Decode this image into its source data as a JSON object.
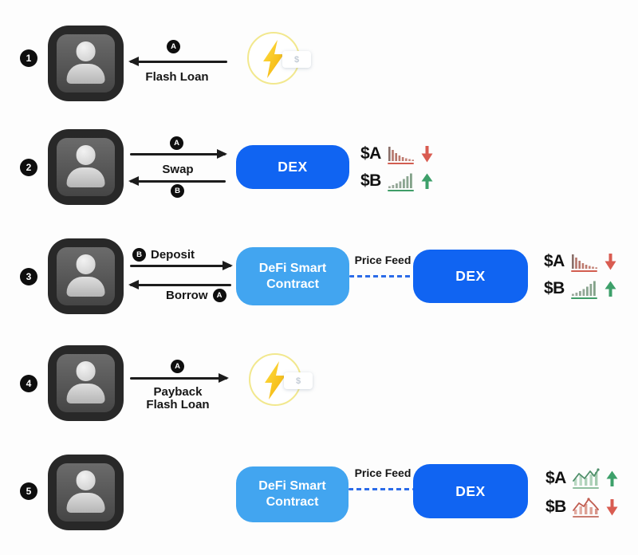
{
  "steps": [
    {
      "number": "1",
      "arrow_badge": "A",
      "arrow_label": "Flash Loan"
    },
    {
      "number": "2",
      "arrow_top_badge": "A",
      "arrow_label": "Swap",
      "arrow_bottom_badge": "B",
      "dex_label": "DEX",
      "token_a_label": "$A",
      "token_b_label": "$B"
    },
    {
      "number": "3",
      "deposit_badge": "B",
      "deposit_label": "Deposit",
      "borrow_label": "Borrow",
      "borrow_badge": "A",
      "contract_label": "DeFi Smart Contract",
      "price_feed_label": "Price Feed",
      "dex_label": "DEX",
      "token_a_label": "$A",
      "token_b_label": "$B"
    },
    {
      "number": "4",
      "arrow_badge": "A",
      "arrow_label_line1": "Payback",
      "arrow_label_line2": "Flash Loan"
    },
    {
      "number": "5",
      "contract_label": "DeFi Smart Contract",
      "price_feed_label": "Price Feed",
      "dex_label": "DEX",
      "token_a_label": "$A",
      "token_b_label": "$B"
    }
  ],
  "icons": {
    "flash_loan_badge_text": "$"
  },
  "colors": {
    "dex_blue": "#1064f2",
    "contract_blue": "#42a5f0",
    "price_feed_dash_blue": "#2b6be8",
    "trend_down_red": "#d95c51",
    "trend_up_green": "#3da06a",
    "lightning_yellow": "#ffd21e"
  }
}
